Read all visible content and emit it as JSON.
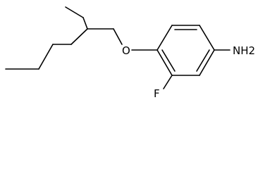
{
  "molecule": {
    "atoms": [
      {
        "id": "oxygen",
        "symbol": "O"
      },
      {
        "id": "amine",
        "symbol": "NH2"
      },
      {
        "id": "fluorine",
        "symbol": "F"
      }
    ]
  }
}
